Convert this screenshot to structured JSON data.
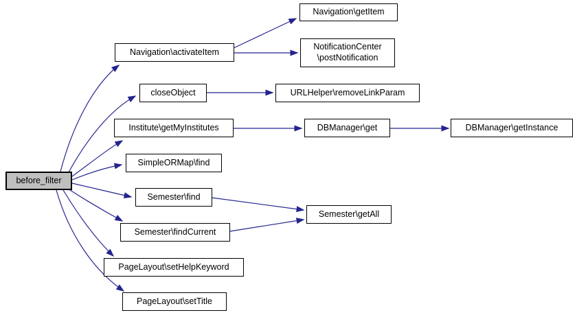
{
  "diagram": {
    "type": "call-graph",
    "colors": {
      "edge": "#24248f",
      "node_border": "#000000",
      "node_fill": "#ffffff",
      "root_node_fill": "#bfbfbf",
      "background": "#ffffff"
    },
    "nodes": {
      "before_filter": {
        "label": "before_filter",
        "root": true
      },
      "navigation_activateItem": {
        "label": "Navigation\\activateItem"
      },
      "navigation_getItem": {
        "label": "Navigation\\getItem"
      },
      "notificationCenter_postNotification": {
        "label": "NotificationCenter\n\\postNotification"
      },
      "closeObject": {
        "label": "closeObject"
      },
      "urlHelper_removeLinkParam": {
        "label": "URLHelper\\removeLinkParam"
      },
      "institute_getMyInstitutes": {
        "label": "Institute\\getMyInstitutes"
      },
      "dbManager_get": {
        "label": "DBManager\\get"
      },
      "dbManager_getInstance": {
        "label": "DBManager\\getInstance"
      },
      "simpleORMap_find": {
        "label": "SimpleORMap\\find"
      },
      "semester_find": {
        "label": "Semester\\find"
      },
      "semester_getAll": {
        "label": "Semester\\getAll"
      },
      "semester_findCurrent": {
        "label": "Semester\\findCurrent"
      },
      "pageLayout_setHelpKeyword": {
        "label": "PageLayout\\setHelpKeyword"
      },
      "pageLayout_setTitle": {
        "label": "PageLayout\\setTitle"
      }
    },
    "edges": [
      {
        "from": "before_filter",
        "to": "navigation_activateItem"
      },
      {
        "from": "before_filter",
        "to": "closeObject"
      },
      {
        "from": "before_filter",
        "to": "institute_getMyInstitutes"
      },
      {
        "from": "before_filter",
        "to": "simpleORMap_find"
      },
      {
        "from": "before_filter",
        "to": "semester_find"
      },
      {
        "from": "before_filter",
        "to": "semester_findCurrent"
      },
      {
        "from": "before_filter",
        "to": "pageLayout_setHelpKeyword"
      },
      {
        "from": "before_filter",
        "to": "pageLayout_setTitle"
      },
      {
        "from": "navigation_activateItem",
        "to": "navigation_getItem"
      },
      {
        "from": "navigation_activateItem",
        "to": "notificationCenter_postNotification"
      },
      {
        "from": "closeObject",
        "to": "urlHelper_removeLinkParam"
      },
      {
        "from": "institute_getMyInstitutes",
        "to": "dbManager_get"
      },
      {
        "from": "dbManager_get",
        "to": "dbManager_getInstance"
      },
      {
        "from": "semester_find",
        "to": "semester_getAll"
      },
      {
        "from": "semester_findCurrent",
        "to": "semester_getAll"
      }
    ]
  }
}
